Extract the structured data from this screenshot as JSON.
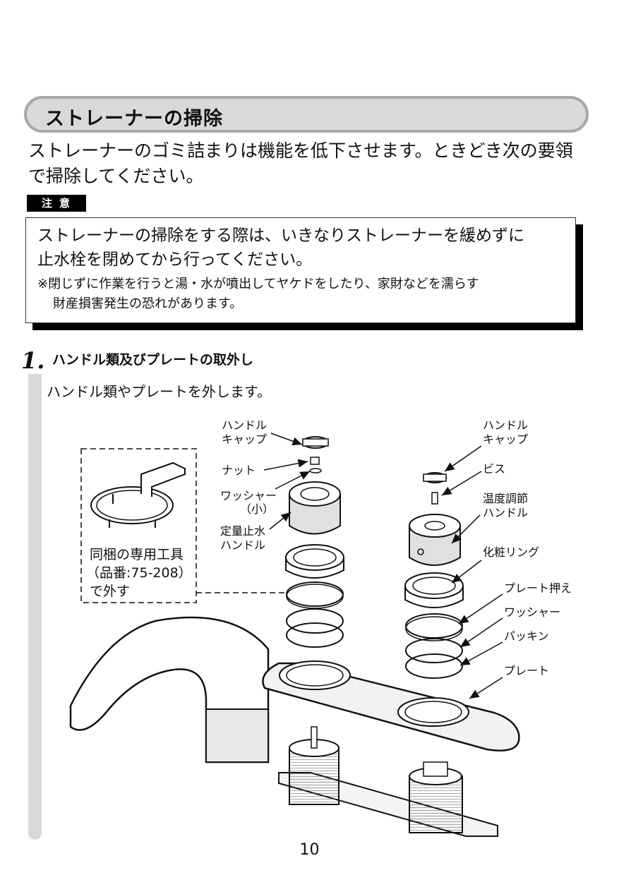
{
  "section": {
    "title": "ストレーナーの掃除",
    "intro_lines": [
      "ストレーナーのゴミ詰まりは機能を低下させます。ときどき次の要領",
      "で掃除してください。"
    ]
  },
  "caution": {
    "tag": "注意",
    "main_lines": [
      "ストレーナーの掃除をする際は、いきなりストレーナーを緩めずに",
      "止水栓を閉めてから行ってください。"
    ],
    "note_lines": [
      "※閉じずに作業を行うと湯・水が噴出してヤケドをしたり、家財などを濡らす",
      "財産損害発生の恐れがあります。"
    ]
  },
  "step": {
    "number": "1.",
    "title": "ハンドル類及びプレートの取外し",
    "description": "ハンドル類やプレートを外します。"
  },
  "diagram": {
    "tool_note_lines": [
      "同梱の専用工具",
      "（品番:75-208）",
      "で外す"
    ],
    "left_labels": {
      "handle_cap": [
        "ハンドル",
        "キャップ"
      ],
      "nut": "ナット",
      "washer_small": [
        "ワッシャー",
        "（小）"
      ],
      "fixed_stop_handle": [
        "定量止水",
        "ハンドル"
      ]
    },
    "right_labels": {
      "handle_cap": [
        "ハンドル",
        "キャップ"
      ],
      "screw": "ビス",
      "temp_handle": [
        "温度調節",
        "ハンドル"
      ],
      "trim_ring": "化粧リング",
      "plate_holder": "プレート押え",
      "washer": "ワッシャー",
      "packing": "パッキン",
      "plate": "プレート"
    }
  },
  "page_number": "10"
}
